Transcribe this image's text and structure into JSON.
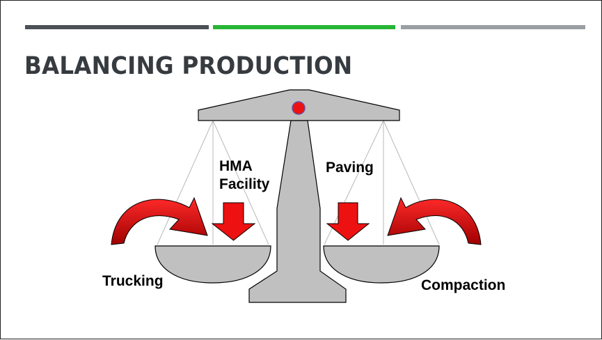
{
  "slide": {
    "title": "BALANCING PRODUCTION",
    "accent_colors": [
      "#4b5157",
      "#27b535",
      "#9a9fa4"
    ]
  },
  "diagram": {
    "labels": {
      "hma_line1": "HMA",
      "hma_line2": "Facility",
      "paving": "Paving",
      "trucking": "Trucking",
      "compaction": "Compaction"
    },
    "colors": {
      "scale_body": "#c0c0c0",
      "arrow": "#ee1111",
      "pivot": "#ee1111"
    }
  }
}
